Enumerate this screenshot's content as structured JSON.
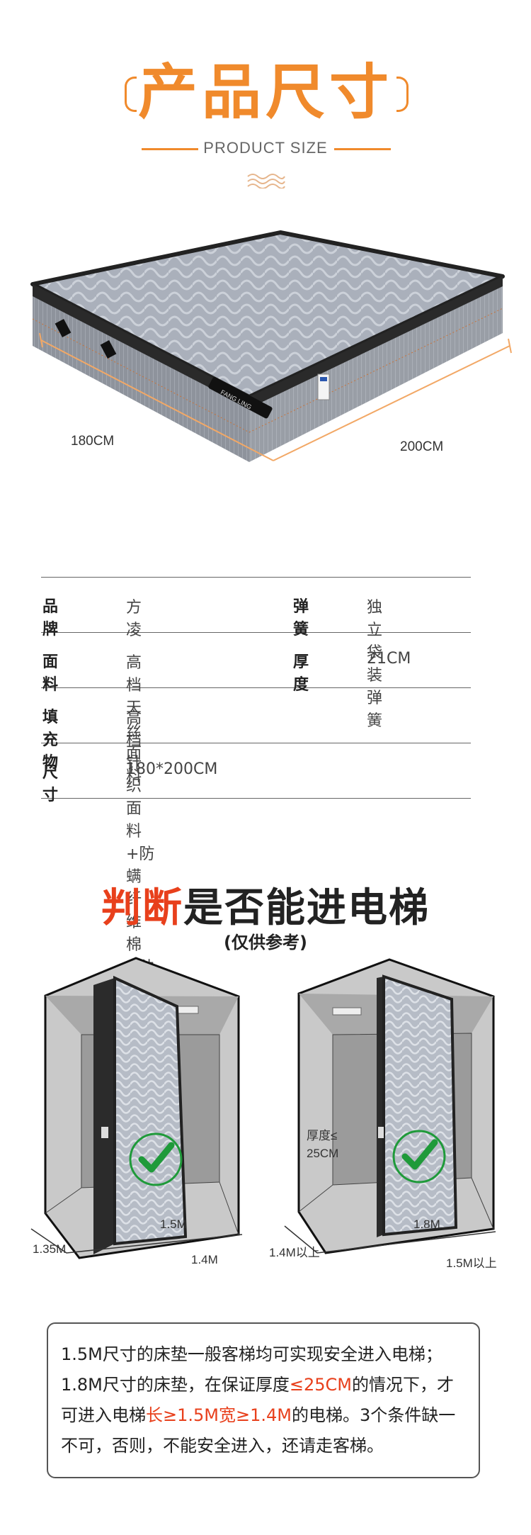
{
  "header": {
    "title": "产品尺寸",
    "subtitle": "PRODUCT SIZE"
  },
  "mattress_image": {
    "logo_text": "FANG LING",
    "dim_width": "180CM",
    "dim_length": "200CM"
  },
  "specs": {
    "rows": [
      {
        "label1": "品　牌",
        "value1": "方凌",
        "label2": "弹　簧",
        "value2": "独立袋装弹簧"
      },
      {
        "label1": "面　料",
        "value1": "高档天丝面料",
        "label2": "厚　度",
        "value2": "21CM"
      },
      {
        "label1": "填充物",
        "value1": "高档针织面料+防螨纤维棉+独袋弹簧"
      },
      {
        "label1": "尺　寸",
        "value1": "180*200CM"
      }
    ]
  },
  "elevator": {
    "title_highlight": "判断",
    "title_rest": "是否能进电梯",
    "subtitle": "(仅供参考)",
    "left": {
      "mattress_label": "1.5M",
      "depth_label": "1.35M",
      "width_label": "1.4M"
    },
    "right": {
      "thickness_label_line1": "厚度≤",
      "thickness_label_line2": "25CM",
      "mattress_label": "1.8M",
      "depth_label": "1.4M以上",
      "width_label": "1.5M以上"
    }
  },
  "notice": {
    "p1": "1.5M尺寸的床垫一般客梯均可实现安全进入电梯；",
    "p2_a": "1.8M尺寸的床垫，在保证厚度",
    "p2_red1": "≤25CM",
    "p2_b": "的情况下，才",
    "p3_a": "可进入电梯",
    "p3_red": "长≥1.5M宽≥1.4M",
    "p3_b": "的电梯。3个条件缺一",
    "p4": "不可，否则，不能安全进入，还请走客梯。"
  },
  "colors": {
    "accent_orange": "#f08a2c",
    "highlight_red": "#e8401c",
    "check_green": "#1f9a3a"
  }
}
